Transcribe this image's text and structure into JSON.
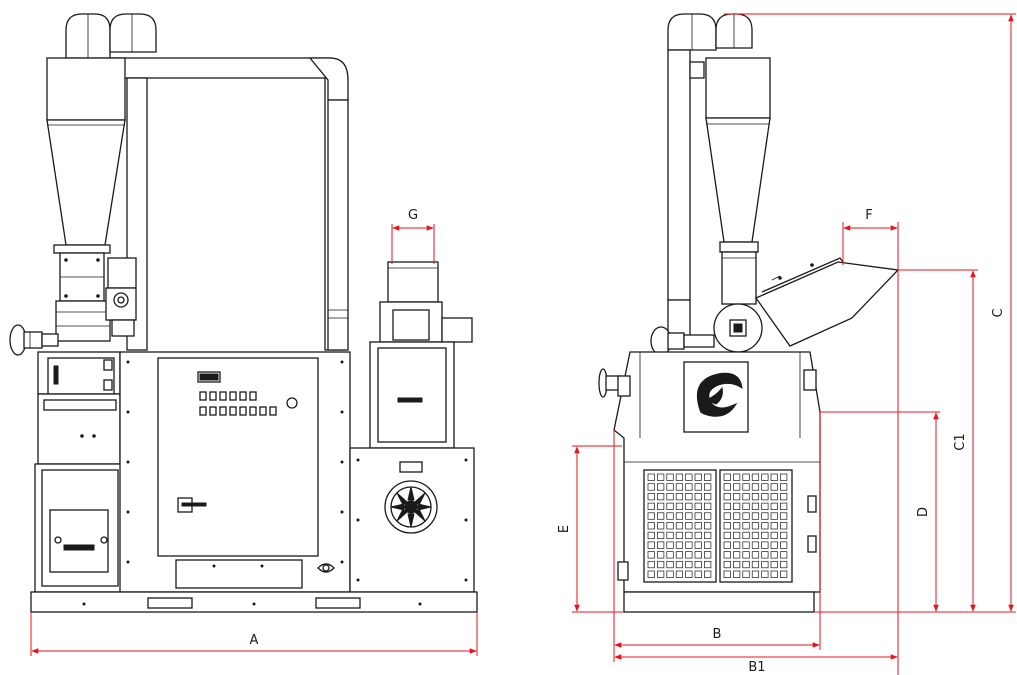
{
  "dimensions": {
    "A": "A",
    "B": "B",
    "B1": "B1",
    "C": "C",
    "C1": "C1",
    "D": "D",
    "E": "E",
    "F": "F",
    "G": "G"
  },
  "colors": {
    "dimension_line": "#e8141c",
    "outline": "#1a1a1a",
    "background": "#ffffff"
  },
  "icons": {
    "fan": "fan-icon",
    "logo": "brand-logo-icon"
  }
}
